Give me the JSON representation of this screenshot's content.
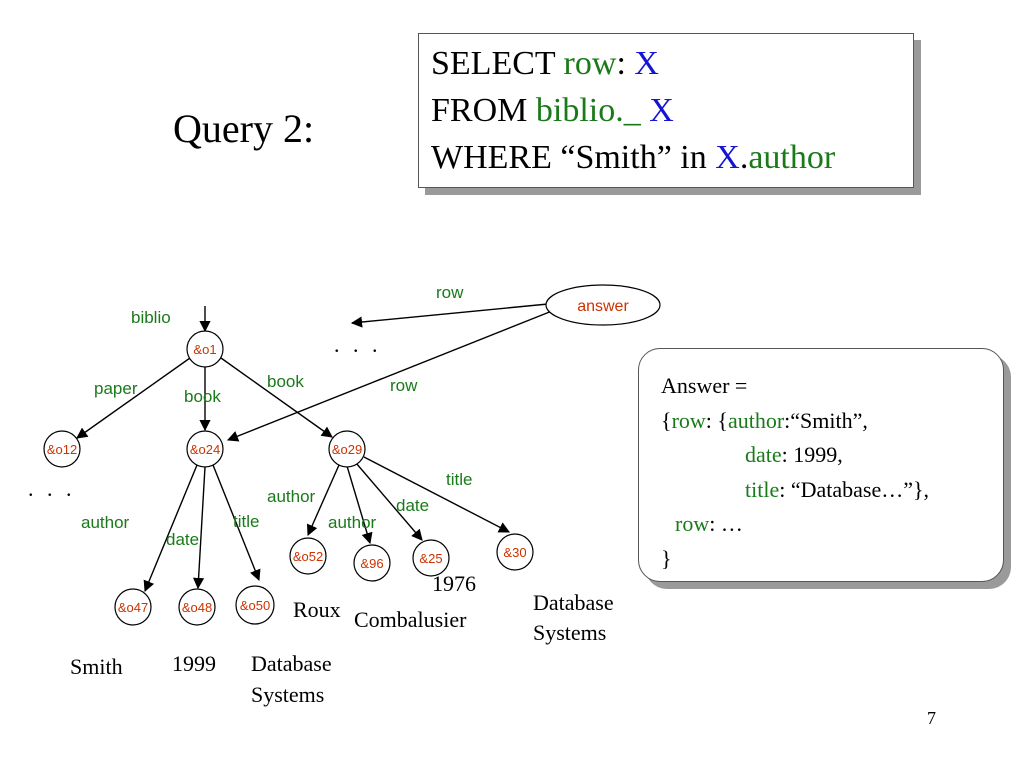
{
  "title": "Query 2:",
  "query": {
    "line1": {
      "select": "SELECT ",
      "path": "row",
      "colon": ": ",
      "var": "X"
    },
    "line2": {
      "from": "FROM ",
      "path": "biblio._",
      "space": " ",
      "var": "X"
    },
    "line3": {
      "where": "WHERE “Smith” in ",
      "var": "X",
      "dot": ".",
      "path": "author"
    }
  },
  "answer": {
    "l1": "Answer =",
    "l2_open": "{",
    "l2_row": "row",
    "l2_mid": ": {",
    "l2_author": "author",
    "l2_val": ":“Smith”,",
    "l3_date": "date",
    "l3_val": ": 1999,",
    "l4_title": "title",
    "l4_val": ": “Database…”},",
    "l5_row": "row",
    "l5_val": ": …",
    "l6": "}"
  },
  "graph": {
    "nodes": {
      "answer": "answer",
      "o1": "&o1",
      "o12": "&o12",
      "o24": "&o24",
      "o29": "&o29",
      "o47": "&o47",
      "o48": "&o48",
      "o50": "&o50",
      "o52": "&o52",
      "o96": "&96",
      "o25": "&25",
      "o30": "&30"
    },
    "edge_labels": {
      "row_top": "row",
      "row_mid": "row",
      "biblio": "biblio",
      "paper": "paper",
      "book_left": "book",
      "book_right": "book",
      "author_o24": "author",
      "date_o24": "date",
      "title_o24": "title",
      "author_o29_a": "author",
      "author_o29_b": "author",
      "date_o29": "date",
      "title_o29": "title"
    },
    "values": {
      "smith": "Smith",
      "y1999": "1999",
      "db1_l1": "Database",
      "db1_l2": "Systems",
      "roux": "Roux",
      "combalusier": "Combalusier",
      "y1976": "1976",
      "db2_l1": "Database",
      "db2_l2": "Systems"
    },
    "ellipses": {
      "top": ". . .",
      "left": ". . ."
    }
  },
  "slide_number": "7",
  "colors": {
    "green": "#1a7a1a",
    "blue": "#1414d2",
    "node_label": "#cc3300"
  }
}
